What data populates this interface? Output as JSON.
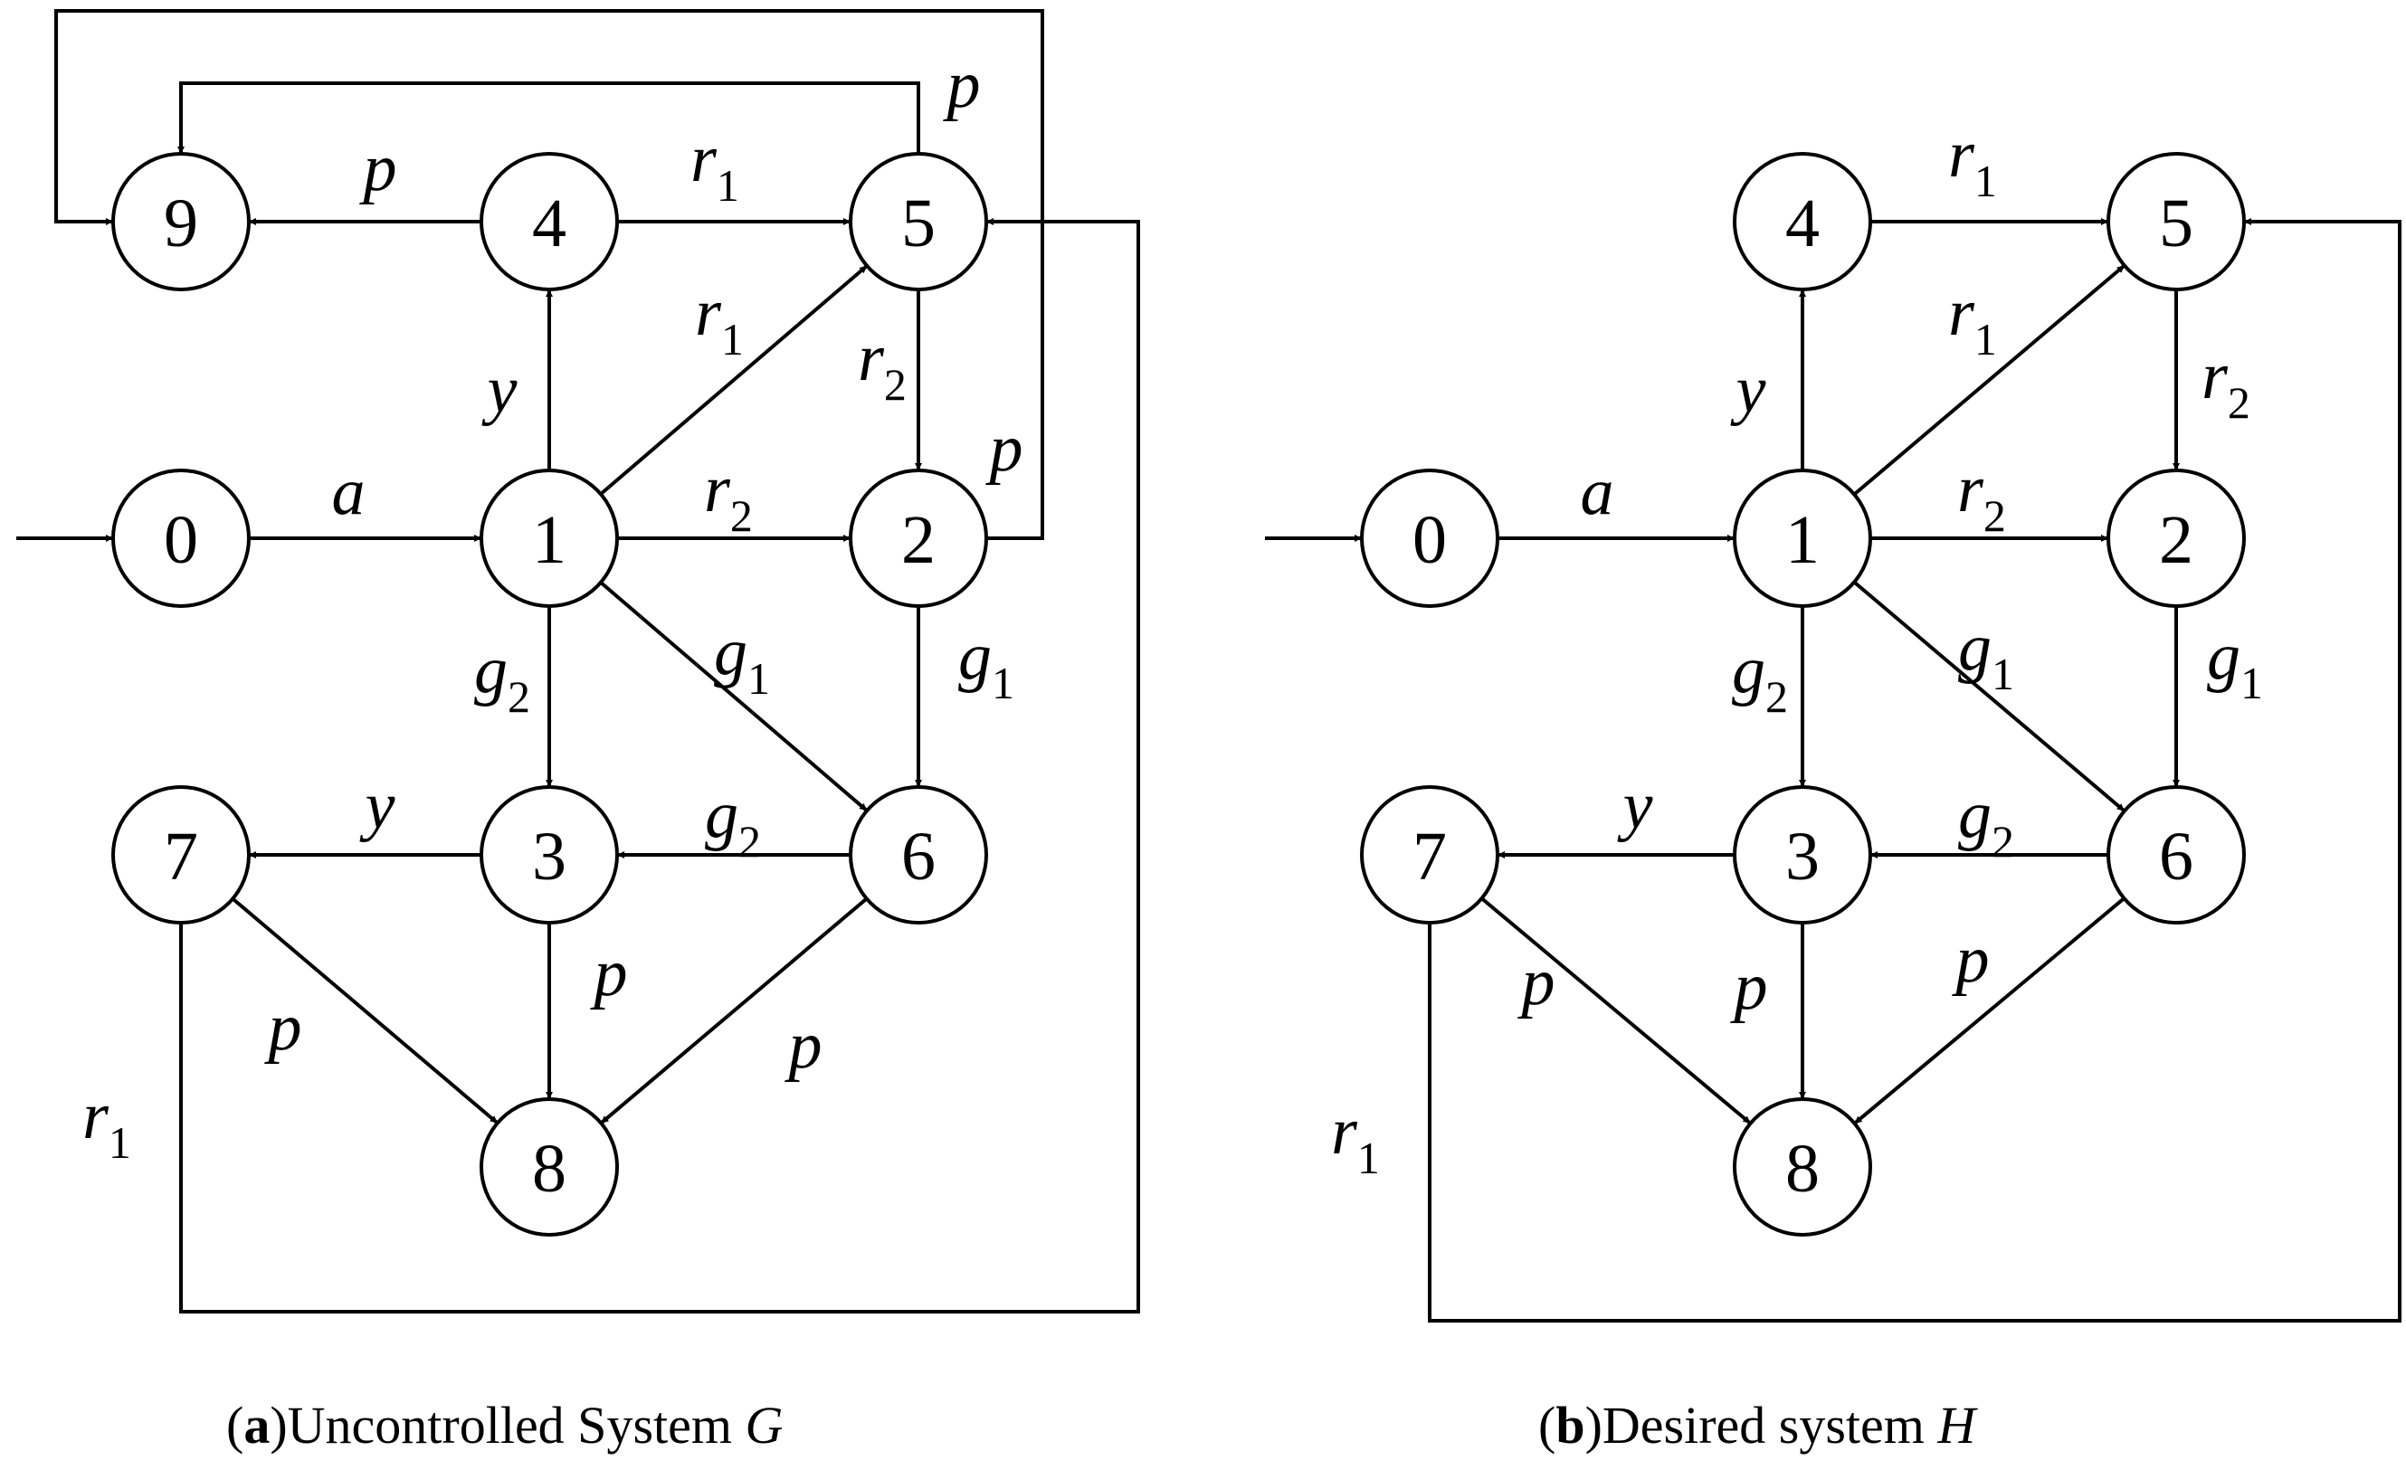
{
  "colors": {
    "stroke": "#000000",
    "background": "#ffffff"
  },
  "panel_a": {
    "caption": {
      "open": "(",
      "letter": "a",
      "close": ")",
      "text": "Uncontrolled System ",
      "symbol": "G"
    },
    "initial_state": "0",
    "states": [
      "0",
      "1",
      "2",
      "3",
      "4",
      "5",
      "6",
      "7",
      "8",
      "9"
    ],
    "transitions": [
      {
        "from": "0",
        "to": "1",
        "event": "a",
        "sub": ""
      },
      {
        "from": "1",
        "to": "4",
        "event": "y",
        "sub": ""
      },
      {
        "from": "1",
        "to": "5",
        "event": "r",
        "sub": "1"
      },
      {
        "from": "1",
        "to": "2",
        "event": "r",
        "sub": "2"
      },
      {
        "from": "1",
        "to": "3",
        "event": "g",
        "sub": "2"
      },
      {
        "from": "1",
        "to": "6",
        "event": "g",
        "sub": "1"
      },
      {
        "from": "4",
        "to": "5",
        "event": "r",
        "sub": "1"
      },
      {
        "from": "4",
        "to": "9",
        "event": "p",
        "sub": ""
      },
      {
        "from": "5",
        "to": "2",
        "event": "r",
        "sub": "2"
      },
      {
        "from": "5",
        "to": "9",
        "event": "p",
        "sub": ""
      },
      {
        "from": "2",
        "to": "9",
        "event": "p",
        "sub": ""
      },
      {
        "from": "2",
        "to": "6",
        "event": "g",
        "sub": "1"
      },
      {
        "from": "6",
        "to": "3",
        "event": "g",
        "sub": "2"
      },
      {
        "from": "3",
        "to": "7",
        "event": "y",
        "sub": ""
      },
      {
        "from": "3",
        "to": "8",
        "event": "p",
        "sub": ""
      },
      {
        "from": "6",
        "to": "8",
        "event": "p",
        "sub": ""
      },
      {
        "from": "7",
        "to": "8",
        "event": "p",
        "sub": ""
      },
      {
        "from": "7",
        "to": "5",
        "event": "r",
        "sub": "1"
      }
    ]
  },
  "panel_b": {
    "caption": {
      "open": "(",
      "letter": "b",
      "close": ")",
      "text": "Desired system ",
      "symbol": "H"
    },
    "initial_state": "0",
    "states": [
      "0",
      "1",
      "2",
      "3",
      "4",
      "5",
      "6",
      "7",
      "8"
    ],
    "transitions": [
      {
        "from": "0",
        "to": "1",
        "event": "a",
        "sub": ""
      },
      {
        "from": "1",
        "to": "4",
        "event": "y",
        "sub": ""
      },
      {
        "from": "1",
        "to": "5",
        "event": "r",
        "sub": "1"
      },
      {
        "from": "1",
        "to": "2",
        "event": "r",
        "sub": "2"
      },
      {
        "from": "1",
        "to": "3",
        "event": "g",
        "sub": "2"
      },
      {
        "from": "1",
        "to": "6",
        "event": "g",
        "sub": "1"
      },
      {
        "from": "4",
        "to": "5",
        "event": "r",
        "sub": "1"
      },
      {
        "from": "5",
        "to": "2",
        "event": "r",
        "sub": "2"
      },
      {
        "from": "2",
        "to": "6",
        "event": "g",
        "sub": "1"
      },
      {
        "from": "6",
        "to": "3",
        "event": "g",
        "sub": "2"
      },
      {
        "from": "3",
        "to": "7",
        "event": "y",
        "sub": ""
      },
      {
        "from": "3",
        "to": "8",
        "event": "p",
        "sub": ""
      },
      {
        "from": "6",
        "to": "8",
        "event": "p",
        "sub": ""
      },
      {
        "from": "7",
        "to": "8",
        "event": "p",
        "sub": ""
      },
      {
        "from": "7",
        "to": "5",
        "event": "r",
        "sub": "1"
      }
    ]
  }
}
